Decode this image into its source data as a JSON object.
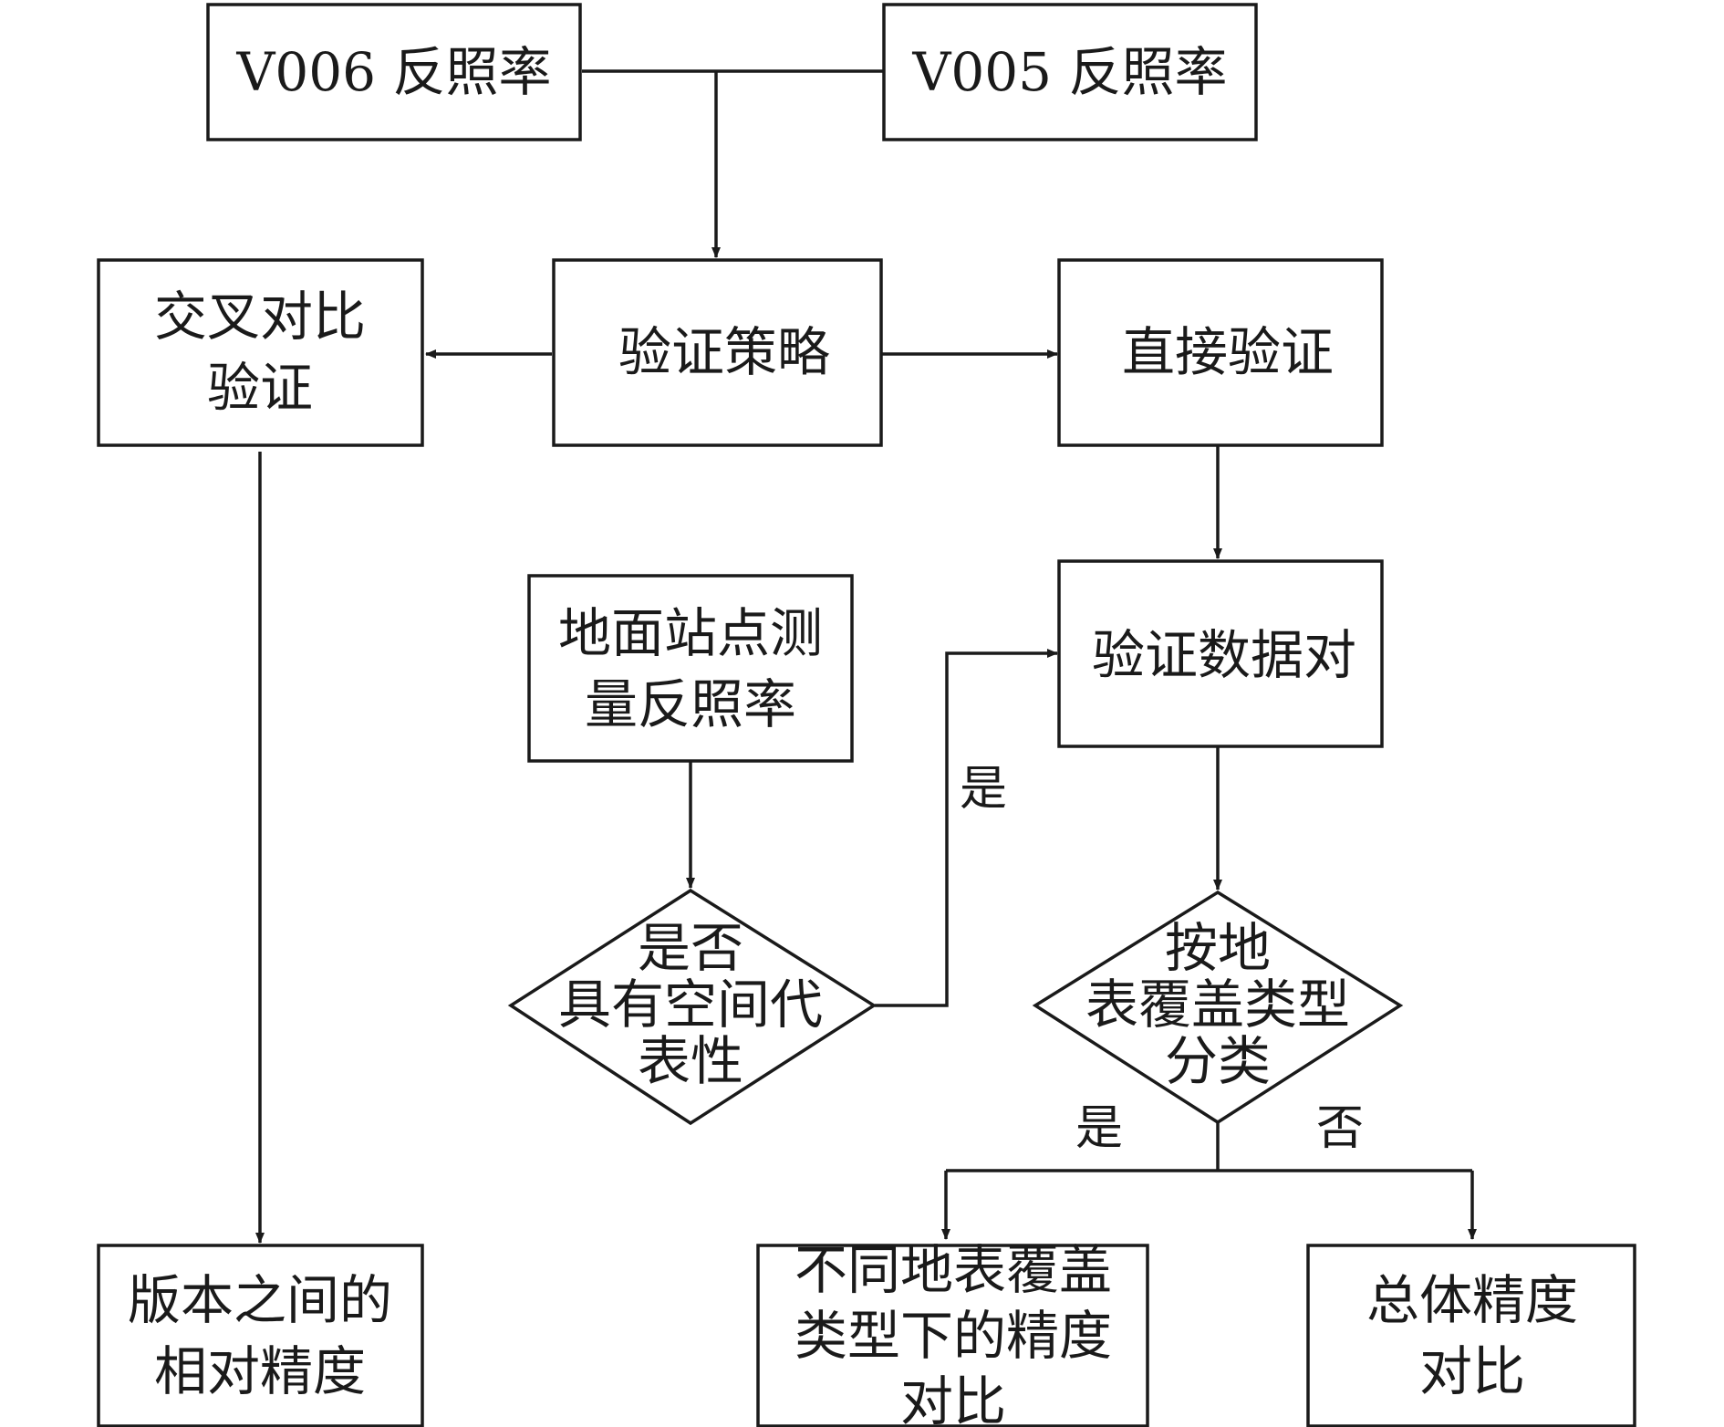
{
  "nodes": {
    "v006": [
      "V006 反照率"
    ],
    "v005": [
      "V005 反照率"
    ],
    "strategy": [
      "验证策略"
    ],
    "cross": [
      "交叉对比",
      "验证"
    ],
    "direct": [
      "直接验证"
    ],
    "ground": [
      "地面站点测",
      "量反照率"
    ],
    "pairs": [
      "验证数据对"
    ],
    "spatial": [
      "是否",
      "具有空间代",
      "表性"
    ],
    "classify": [
      "按地",
      "表覆盖类型",
      "分类"
    ],
    "relative": [
      "版本之间的",
      "相对精度"
    ],
    "bytype": [
      "不同地表覆盖",
      "类型下的精度",
      "对比"
    ],
    "overall": [
      "总体精度",
      "对比"
    ]
  },
  "edge_labels": {
    "spatial_yes": "是",
    "classify_yes": "是",
    "classify_no": "否"
  }
}
